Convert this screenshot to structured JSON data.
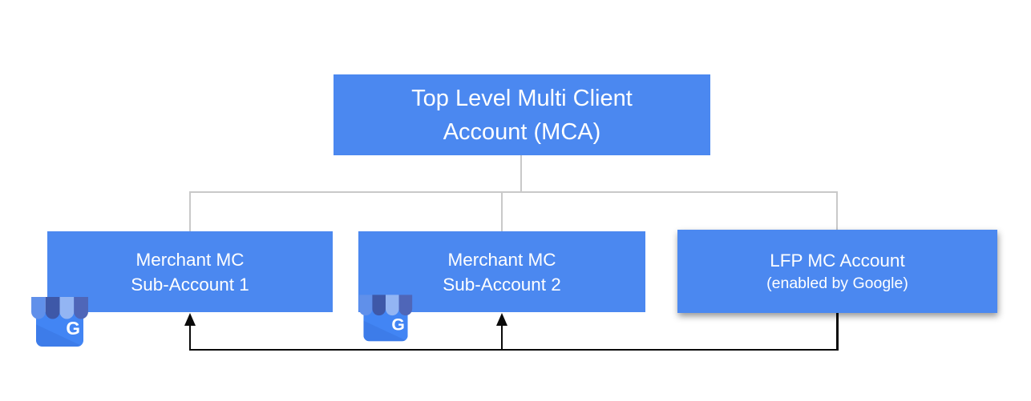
{
  "colors": {
    "box_blue": "#4B88F0",
    "connector_gray": "#C9C9C9",
    "arrow_black": "#0A0A0A",
    "icon_awning_1": "#6090EA",
    "icon_awning_2": "#3E58A8",
    "icon_awning_3": "#93B5F3",
    "icon_awning_4": "#4F66B8",
    "icon_body": "#4285F4",
    "icon_fold": "#1A3E9E"
  },
  "nodes": {
    "root": {
      "line1": "Top Level Multi Client",
      "line2": "Account (MCA)"
    },
    "sub1": {
      "line1": "Merchant MC",
      "line2": "Sub-Account 1"
    },
    "sub2": {
      "line1": "Merchant MC",
      "line2": "Sub-Account 2"
    },
    "lfp": {
      "line1": "LFP MC Account",
      "line2": "(enabled by Google)"
    }
  },
  "icon": {
    "name": "google-business-profile-icon",
    "g_letter": "G"
  }
}
